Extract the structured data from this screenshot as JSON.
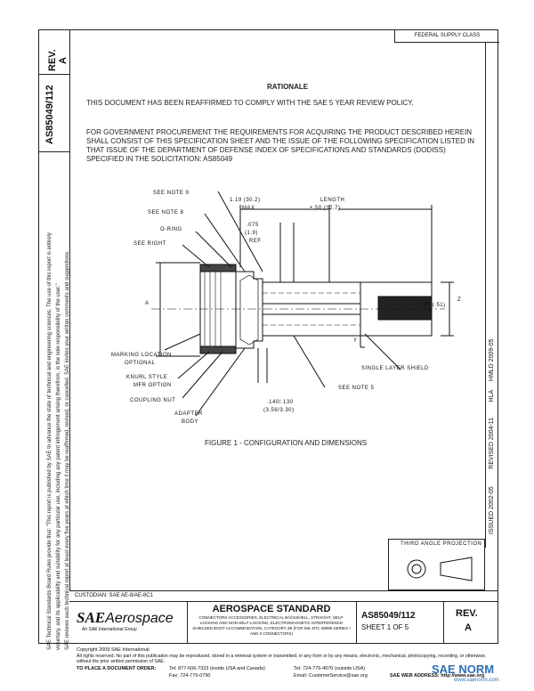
{
  "header": {
    "rev_label": "REV.",
    "rev_value": "A",
    "doc_number": "AS85049/112",
    "federal_stamp": "FEDERAL SUPPLY CLASS"
  },
  "side_notes": {
    "line1": "SAE Technical Standards Board Rules provide that: \"This report is published by SAE to advance the state of technical and engineering sciences. The use of this report is entirely",
    "line2": "voluntary, and its applicability and suitability for any particular use, including any patent infringement arising therefrom, is the sole responsibility of the user.\"",
    "line3": "SAE reviews each technical report at least every five years at which time it may be reaffirmed, revised, or cancelled. SAE invites your written comments and suggestions."
  },
  "issue_strip": {
    "issued": "ISSUED 2002-05",
    "revised": "REVISED 2004-11",
    "hla": "HLA",
    "hmld": "HMLD 2009-05"
  },
  "rationale": {
    "heading": "RATIONALE",
    "text": "THIS DOCUMENT HAS BEEN REAFFIRMED TO COMPLY WITH THE SAE 5 YEAR REVIEW POLICY.",
    "procurement": "FOR GOVERNMENT PROCUREMENT THE REQUIREMENTS FOR ACQUIRING THE PRODUCT DESCRIBED HEREIN SHALL CONSIST OF THIS SPECIFICATION SHEET AND THE ISSUE OF THE FOLLOWING SPECIFICATION LISTED IN THAT ISSUE OF THE DEPARTMENT OF DEFENSE INDEX OF SPECIFICATIONS AND STANDARDS (DODISS) SPECIFIED IN THE SOLICITATION: AS85049"
  },
  "figure": {
    "caption": "FIGURE 1 - CONFIGURATION AND DIMENSIONS",
    "labels": {
      "see_note_9": "SEE NOTE 9",
      "see_note_8": "SEE NOTE 8",
      "o_ring": "O-RING",
      "see_right": "SEE RIGHT",
      "dim_119": "1.19 (30.2)",
      "max": "MAX",
      "dim_075": ".075",
      "dim_19": "(1.9)",
      "ref": "REF",
      "length": "LENGTH",
      "length_tol": "±.50 (12.7)",
      "dim_02": "±.02 (.51)",
      "a": "A",
      "z": "Z",
      "y": "Y",
      "marking": "MARKING LOCATION",
      "optional": "OPTIONAL",
      "knurl": "KNURL STYLE",
      "mfr": "MFR OPTION",
      "coupling": "COUPLING NUT",
      "adapter": "ADAPTER",
      "body": "BODY",
      "shield": "SINGLE LAYER SHIELD",
      "see_note_5": "SEE NOTE 5",
      "dim_140": ".140/.130",
      "dim_356": "(3.56/3.30)"
    }
  },
  "projection": {
    "label": "THIRD ANGLE PROJECTION"
  },
  "title_block": {
    "custodian": "CUSTODIAN: SAE AE-8/AE-8C1",
    "logo_sae": "SAE",
    "logo_aerospace": "Aerospace",
    "logo_sub": "An SAE International Group",
    "standard": "AEROSPACE STANDARD",
    "description": "CONNECTORS ACCESSORIES, ELECTRICAL BACKSHELL, STRAIGHT, SELF-LOCKING AND NON-SELF-LOCKING, ELECTROMAGNETIC INTERFERENCE SHIELDED BOOT ACCOMMODATION, CATEGORY 2B (FOR MIL-DTL-38999 SERIES I AND II CONNECTORS)",
    "doc": "AS85049/112",
    "sheet": "SHEET 1 OF 5",
    "rev_label": "REV.",
    "rev_value": "A"
  },
  "footer": {
    "copyright": "Copyright 2009 SAE International",
    "rights": "All rights reserved. No part of this publication may be reproduced, stored in a retrieval system or transmitted, in any form or by any means, electronic, mechanical, photocopying, recording, or otherwise, without the prior written permission of SAE.",
    "order": "TO PLACE A DOCUMENT ORDER:",
    "tel1": "Tel: 877-606-7323 (inside USA and Canada)",
    "tel2": "Tel: 724-776-4970 (outside USA)",
    "fax": "Fax: 724-776-0790",
    "email": "Email: CustomerService@sae.org",
    "web": "SAE WEB ADDRESS: http://www.sae.org",
    "watermark": "SAE NORM",
    "watermark_url": "www.saenorm.com"
  }
}
